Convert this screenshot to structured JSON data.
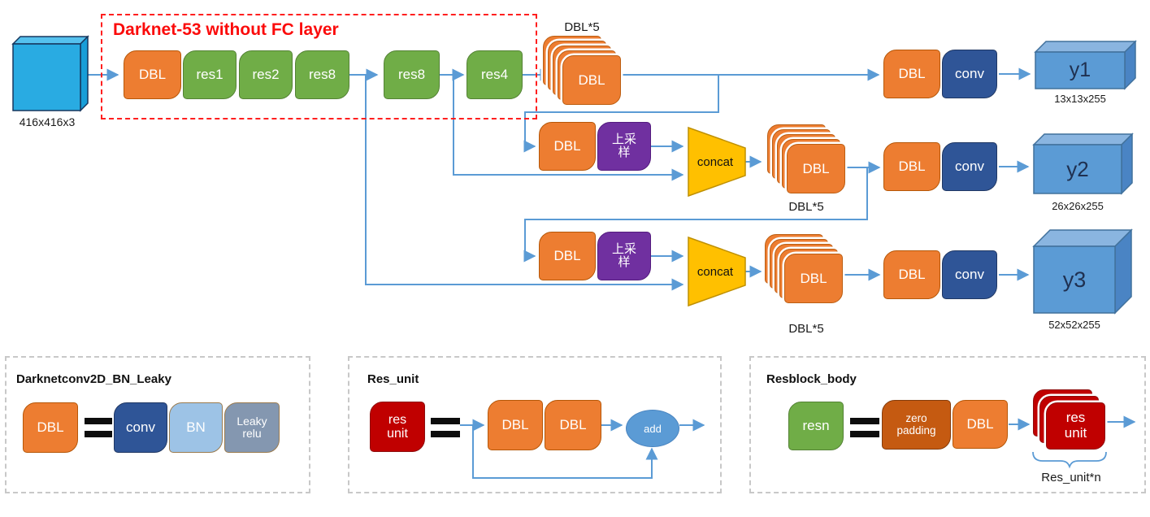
{
  "input": {
    "caption": "416x416x3"
  },
  "backbone": {
    "title": "Darknet-53 without FC layer",
    "blocks": {
      "dbl": "DBL",
      "res1": "res1",
      "res2": "res2",
      "res8a": "res8",
      "res8b": "res8",
      "res4": "res4"
    }
  },
  "row1": {
    "stack_caption": "DBL*5",
    "stack_block": "DBL",
    "head_dbl": "DBL",
    "conv": "conv",
    "output": "y1",
    "dims": "13x13x255"
  },
  "row2": {
    "dbl": "DBL",
    "upsample": "上采样",
    "concat": "concat",
    "stack_caption": "DBL*5",
    "stack_block": "DBL",
    "head_dbl": "DBL",
    "conv": "conv",
    "output": "y2",
    "dims": "26x26x255"
  },
  "row3": {
    "dbl": "DBL",
    "upsample": "上采样",
    "concat": "concat",
    "stack_caption": "DBL*5",
    "stack_block": "DBL",
    "head_dbl": "DBL",
    "conv": "conv",
    "output": "y3",
    "dims": "52x52x255"
  },
  "legend_dbl": {
    "title": "Darknetconv2D_BN_Leaky",
    "dbl": "DBL",
    "conv": "conv",
    "bn": "BN",
    "leaky": "Leaky relu"
  },
  "legend_res_unit": {
    "title": "Res_unit",
    "res_unit": "res unit",
    "dbl1": "DBL",
    "dbl2": "DBL",
    "add": "add"
  },
  "legend_resblock": {
    "title": "Resblock_body",
    "resn": "resn",
    "zero_padding": "zero padding",
    "dbl": "DBL",
    "res_unit": "res unit",
    "brace_caption": "Res_unit*n"
  },
  "colors": {
    "orange": "#ED7D31",
    "green": "#70AD47",
    "purple": "#7030A0",
    "yellow": "#FFC000",
    "dark_blue": "#2F5597",
    "light_blue": "#9DC3E6",
    "gray_blue": "#8497B0",
    "red": "#C00000",
    "input_cyan": "#29ABE2",
    "cube_blue": "#5B9BD5",
    "arrow_blue": "#5B9BD5",
    "title_red": "#FF1F1F"
  }
}
